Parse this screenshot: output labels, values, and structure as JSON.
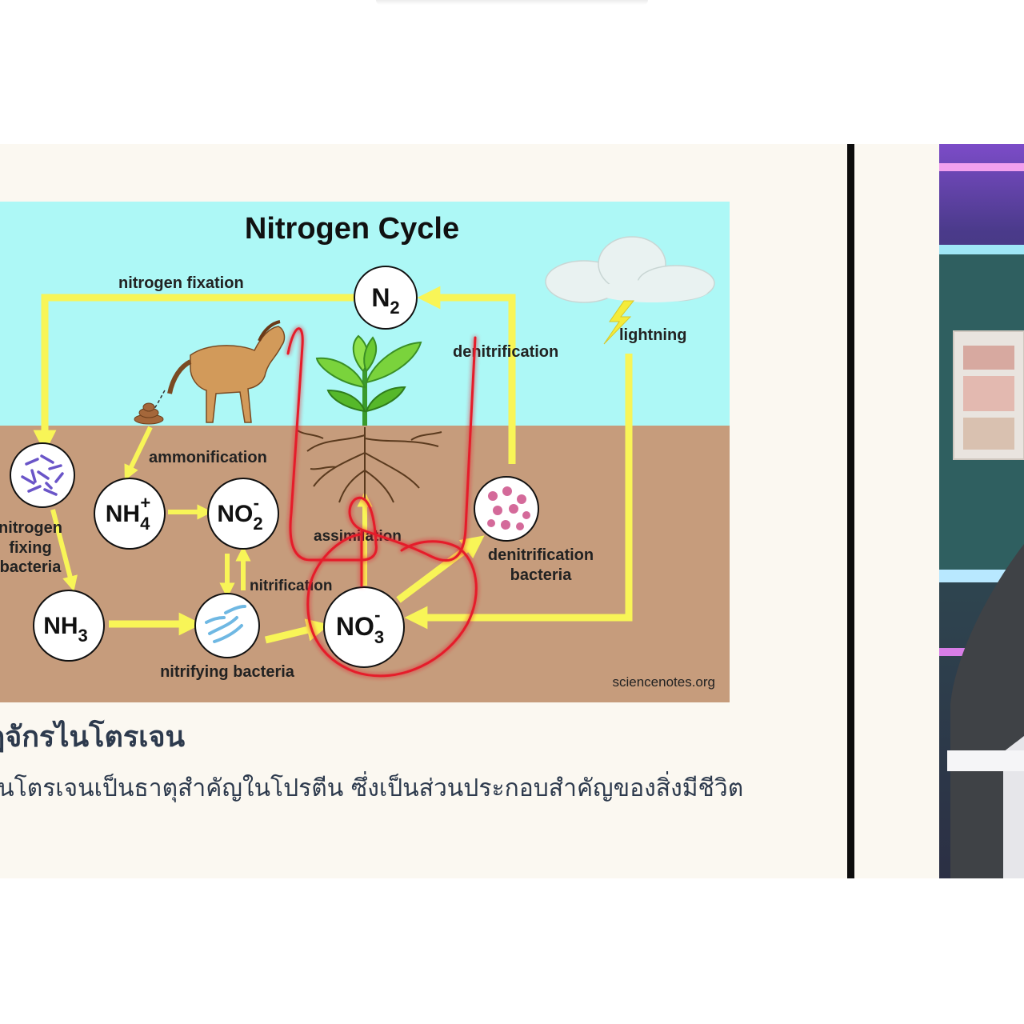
{
  "diagram": {
    "title": "Nitrogen Cycle",
    "molecules": {
      "n2": {
        "base": "N",
        "sub": "2"
      },
      "nh4": {
        "base": "NH",
        "sub": "4",
        "sup": "+"
      },
      "no2": {
        "base": "NO",
        "sub": "2",
        "sup": "-"
      },
      "nh3": {
        "base": "NH",
        "sub": "3"
      },
      "no3": {
        "base": "NO",
        "sub": "3",
        "sup": "-"
      }
    },
    "labels": {
      "nitrogen_fixation": "nitrogen fixation",
      "denitrification": "denitrification",
      "lightning": "lightning",
      "ammonification": "ammonification",
      "fixing_bacteria_1": "nitrogen",
      "fixing_bacteria_2": "fixing",
      "fixing_bacteria_3": "bacteria",
      "assimilation": "assimilation",
      "nitrification": "nitrification",
      "denitrification_bacteria_1": "denitrification",
      "denitrification_bacteria_2": "bacteria",
      "nitrifying_bacteria": "nitrifying bacteria",
      "source": "sciencenotes.org"
    },
    "colors": {
      "sky": "#adf8f6",
      "soil": "#c69c7c",
      "arrow": "#f8f557",
      "annotation": "#e51e2b"
    }
  },
  "caption": {
    "title": "ฏจักรไนโตรเจน",
    "body": "ไนโตรเจนเป็นธาตุสำคัญในโปรตีน ซึ่งเป็นส่วนประกอบสำคัญของสิ่งมีชีวิต"
  }
}
